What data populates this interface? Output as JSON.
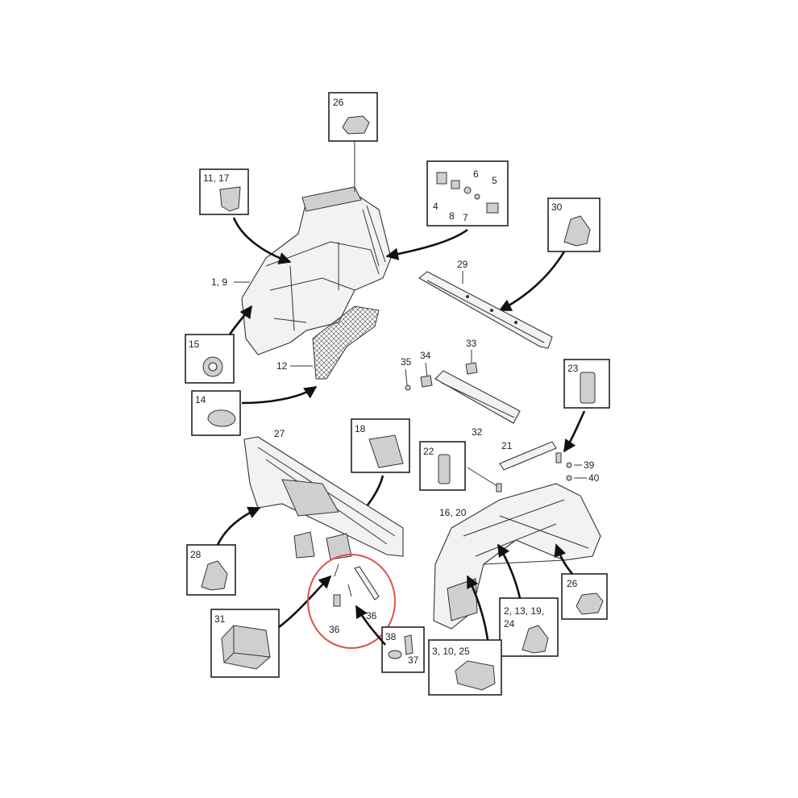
{
  "callouts": {
    "c26_top": "26",
    "c11_17": "11, 17",
    "c4": "4",
    "c8": "8",
    "c6": "6",
    "c7": "7",
    "c5": "5",
    "c30": "30",
    "c1_9": "1, 9",
    "c29": "29",
    "c15": "15",
    "c12": "12",
    "c35": "35",
    "c34": "34",
    "c33": "33",
    "c23": "23",
    "c14": "14",
    "c32": "32",
    "c18": "18",
    "c27": "27",
    "c22": "22",
    "c21": "21",
    "c39": "39",
    "c40": "40",
    "c16_20": "16, 20",
    "c28": "28",
    "c26_bottom": "26",
    "c2_13_19_24_a": "2, 13, 19,",
    "c2_13_19_24_b": "24",
    "c31": "31",
    "c36_left": "36",
    "c36_right": "36",
    "c38": "38",
    "c37": "37",
    "c3_10_25": "3, 10, 25"
  },
  "highlight_color": "#d9534f"
}
